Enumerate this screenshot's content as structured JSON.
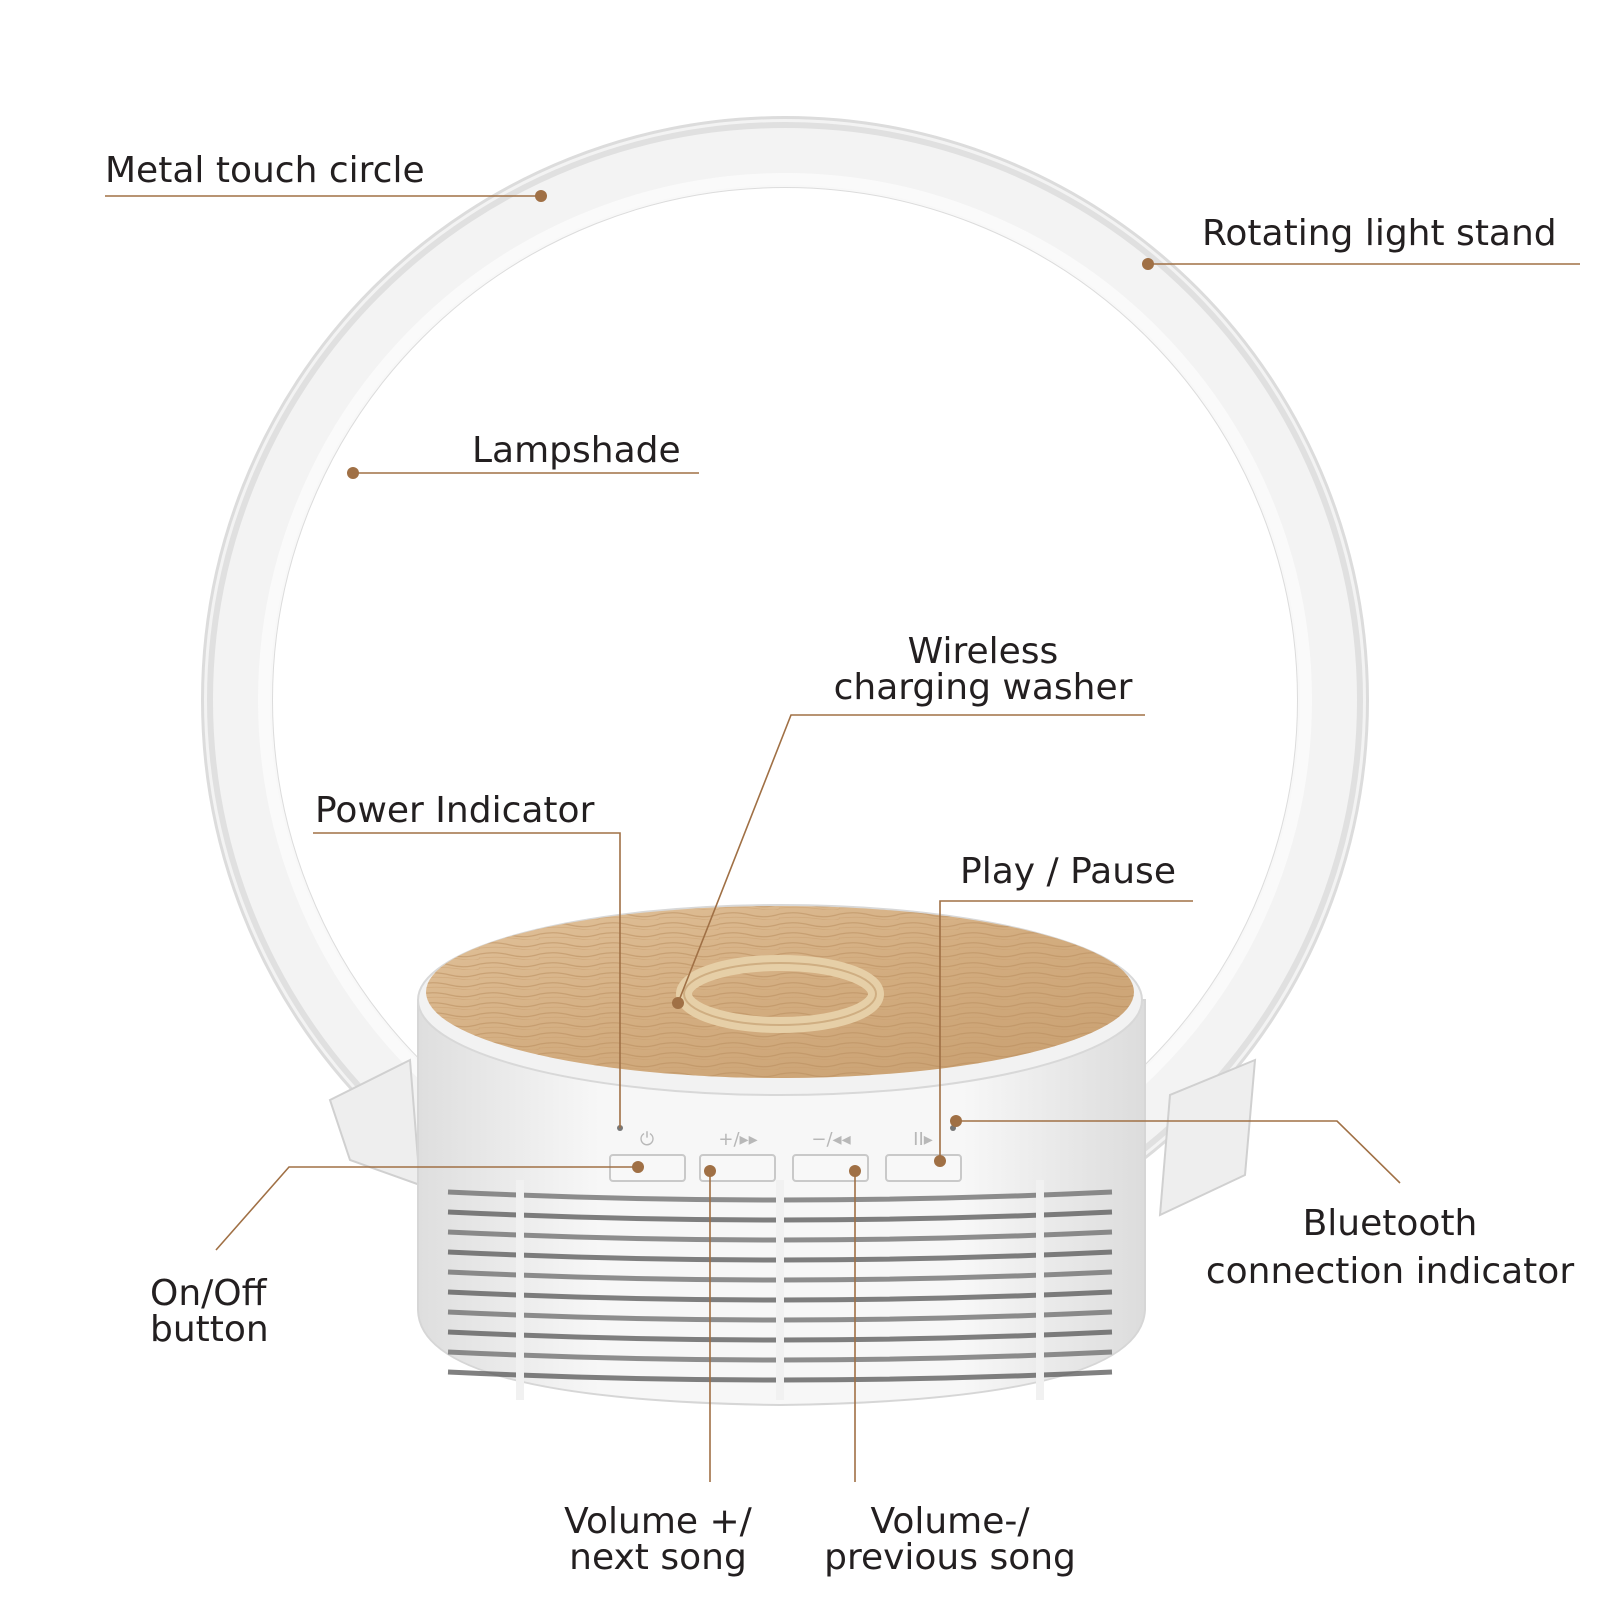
{
  "labels": {
    "metal_touch_circle": "Metal touch circle",
    "rotating_light_stand": "Rotating light stand",
    "lampshade": "Lampshade",
    "wireless_charging_washer": [
      "Wireless",
      "charging washer"
    ],
    "power_indicator": "Power Indicator",
    "play_pause": "Play / Pause",
    "bluetooth_connection_indicator": [
      "Bluetooth",
      "connection indicator"
    ],
    "on_off_button": [
      "On/Off",
      "button"
    ],
    "volume_plus_next_song": [
      "Volume +/",
      "next song"
    ],
    "volume_minus_previous_song": [
      "Volume-/",
      "previous song"
    ]
  },
  "button_glyphs": {
    "power": "⏻",
    "volume_plus": "+/▸▸",
    "volume_minus": "−/◂◂",
    "play_pause": "II▸"
  },
  "colors": {
    "callout": "#a07045",
    "text": "#231f20",
    "ring": "#f1f1f1",
    "wood": "#d7b48a",
    "body": "#f3f3f3"
  }
}
